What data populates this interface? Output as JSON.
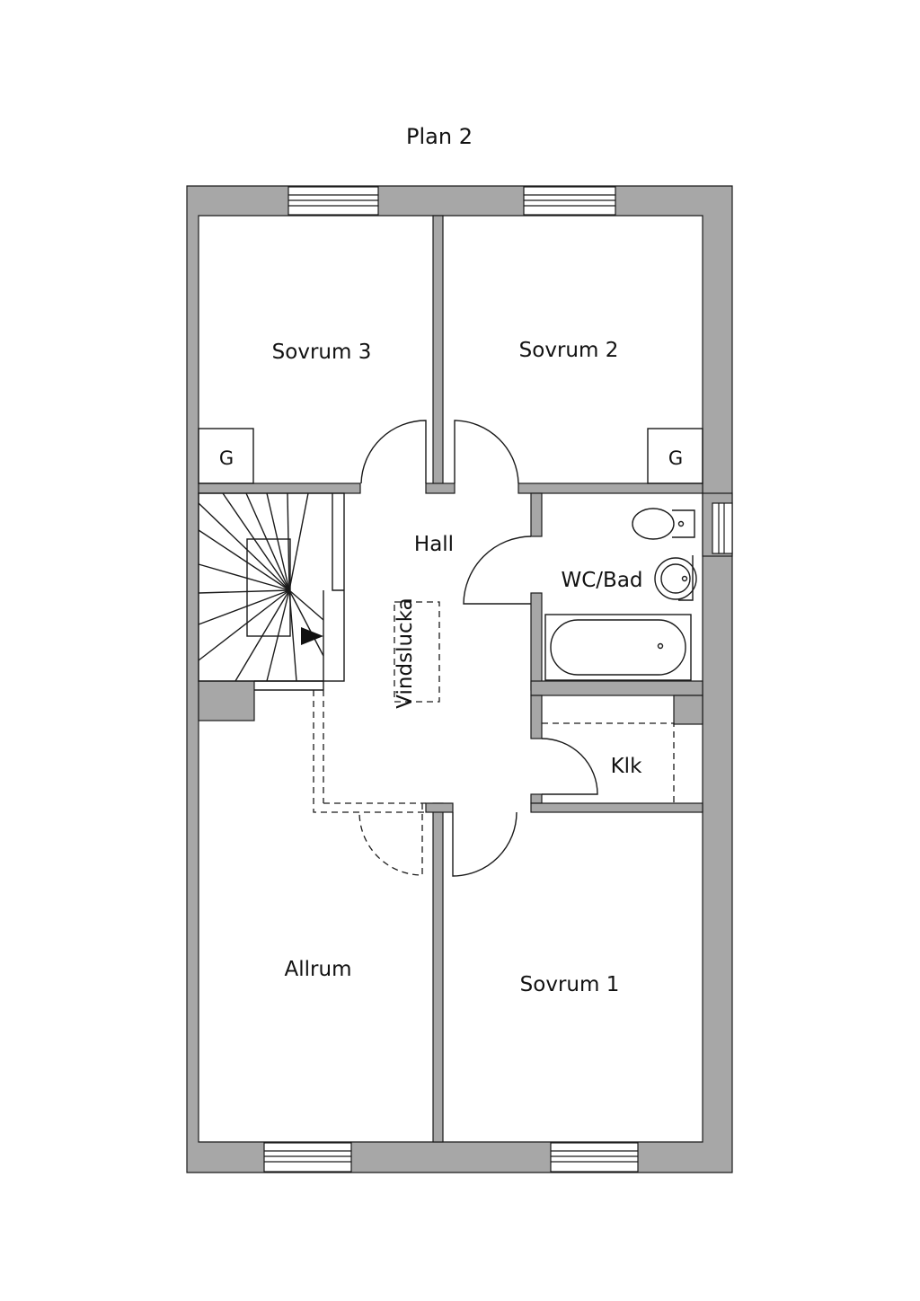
{
  "title": "Plan 2",
  "rooms": {
    "sovrum3": "Sovrum 3",
    "sovrum2": "Sovrum 2",
    "hall": "Hall",
    "wcbad": "WC/Bad",
    "vindslucka": "Vindslucka",
    "klk": "Klk",
    "allrum": "Allrum",
    "sovrum1": "Sovrum 1"
  },
  "closets": {
    "g_left": "G",
    "g_right": "G"
  },
  "colors": {
    "wall": "#a7a7a7",
    "line": "#1a1a1a",
    "background": "#ffffff"
  }
}
